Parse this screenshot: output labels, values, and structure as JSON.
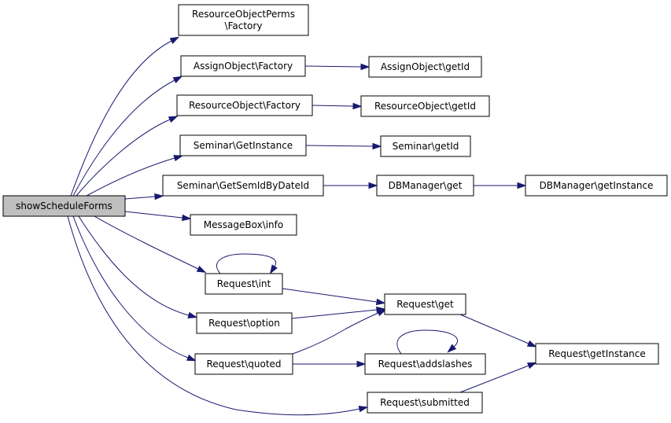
{
  "nodes": [
    {
      "id": "root",
      "lines": [
        "showScheduleForms"
      ],
      "root": true
    },
    {
      "id": "rop_factory",
      "lines": [
        "ResourceObjectPerms",
        "\\Factory"
      ]
    },
    {
      "id": "ao_factory",
      "lines": [
        "AssignObject\\Factory"
      ]
    },
    {
      "id": "ao_getid",
      "lines": [
        "AssignObject\\getId"
      ]
    },
    {
      "id": "ro_factory",
      "lines": [
        "ResourceObject\\Factory"
      ]
    },
    {
      "id": "ro_getid",
      "lines": [
        "ResourceObject\\getId"
      ]
    },
    {
      "id": "sem_getinstance",
      "lines": [
        "Seminar\\GetInstance"
      ]
    },
    {
      "id": "sem_getid",
      "lines": [
        "Seminar\\getId"
      ]
    },
    {
      "id": "sem_getsemid",
      "lines": [
        "Seminar\\GetSemIdByDateId"
      ]
    },
    {
      "id": "db_get",
      "lines": [
        "DBManager\\get"
      ]
    },
    {
      "id": "db_getinstance",
      "lines": [
        "DBManager\\getInstance"
      ]
    },
    {
      "id": "mb_info",
      "lines": [
        "MessageBox\\info"
      ]
    },
    {
      "id": "req_int",
      "lines": [
        "Request\\int"
      ]
    },
    {
      "id": "req_get",
      "lines": [
        "Request\\get"
      ]
    },
    {
      "id": "req_option",
      "lines": [
        "Request\\option"
      ]
    },
    {
      "id": "req_quoted",
      "lines": [
        "Request\\quoted"
      ]
    },
    {
      "id": "req_addslashes",
      "lines": [
        "Request\\addslashes"
      ]
    },
    {
      "id": "req_getinstance",
      "lines": [
        "Request\\getInstance"
      ]
    },
    {
      "id": "req_submitted",
      "lines": [
        "Request\\submitted"
      ]
    }
  ],
  "edges": [
    {
      "from": "root",
      "to": "rop_factory"
    },
    {
      "from": "root",
      "to": "ao_factory"
    },
    {
      "from": "root",
      "to": "ro_factory"
    },
    {
      "from": "root",
      "to": "sem_getinstance"
    },
    {
      "from": "root",
      "to": "sem_getsemid"
    },
    {
      "from": "root",
      "to": "mb_info"
    },
    {
      "from": "root",
      "to": "req_int"
    },
    {
      "from": "root",
      "to": "req_option"
    },
    {
      "from": "root",
      "to": "req_quoted"
    },
    {
      "from": "root",
      "to": "req_submitted"
    },
    {
      "from": "ao_factory",
      "to": "ao_getid"
    },
    {
      "from": "ro_factory",
      "to": "ro_getid"
    },
    {
      "from": "sem_getinstance",
      "to": "sem_getid"
    },
    {
      "from": "sem_getsemid",
      "to": "db_get"
    },
    {
      "from": "db_get",
      "to": "db_getinstance"
    },
    {
      "from": "req_int",
      "to": "req_int"
    },
    {
      "from": "req_int",
      "to": "req_get"
    },
    {
      "from": "req_option",
      "to": "req_get"
    },
    {
      "from": "req_quoted",
      "to": "req_get"
    },
    {
      "from": "req_quoted",
      "to": "req_addslashes"
    },
    {
      "from": "req_addslashes",
      "to": "req_addslashes"
    },
    {
      "from": "req_get",
      "to": "req_getinstance"
    },
    {
      "from": "req_submitted",
      "to": "req_getinstance"
    }
  ],
  "colors": {
    "edge": "#191970",
    "root_fill": "#bfbfbf",
    "node_fill": "#ffffff",
    "node_border": "#000000"
  }
}
